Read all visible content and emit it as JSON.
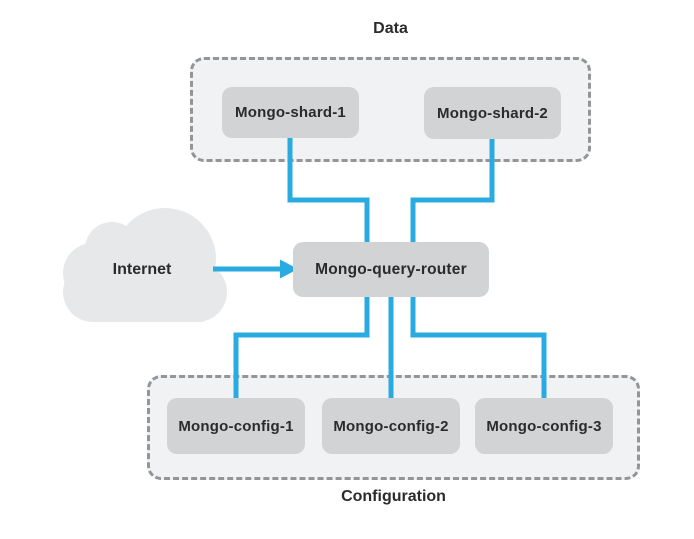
{
  "diagram": {
    "type": "mongodb-sharded-cluster-architecture",
    "groups": {
      "data": {
        "label": "Data"
      },
      "configuration": {
        "label": "Configuration"
      }
    },
    "nodes": {
      "internet": {
        "label": "Internet",
        "shape": "cloud"
      },
      "router": {
        "label": "Mongo-query-router"
      },
      "shards": [
        {
          "label": "Mongo-shard-1"
        },
        {
          "label": "Mongo-shard-2"
        }
      ],
      "configs": [
        {
          "label": "Mongo-config-1"
        },
        {
          "label": "Mongo-config-2"
        },
        {
          "label": "Mongo-config-3"
        }
      ]
    },
    "edges": [
      {
        "from": "Internet",
        "to": "Mongo-query-router",
        "style": "arrow"
      },
      {
        "from": "Mongo-shard-1",
        "to": "Mongo-query-router",
        "style": "line"
      },
      {
        "from": "Mongo-shard-2",
        "to": "Mongo-query-router",
        "style": "line"
      },
      {
        "from": "Mongo-query-router",
        "to": "Mongo-config-1",
        "style": "line"
      },
      {
        "from": "Mongo-query-router",
        "to": "Mongo-config-2",
        "style": "line"
      },
      {
        "from": "Mongo-query-router",
        "to": "Mongo-config-3",
        "style": "line"
      }
    ],
    "colors": {
      "connector_blue": "#29ABE2",
      "node_fill": "#D1D3D4",
      "group_fill": "#F1F2F3",
      "group_border": "#939598",
      "cloud_fill": "#E7E8EA",
      "text": "#2B2B2C",
      "background": "#FFFFFF"
    }
  }
}
